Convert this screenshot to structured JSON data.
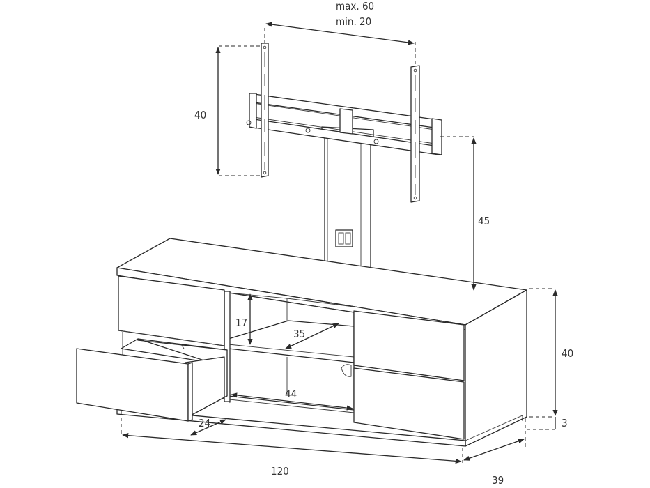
{
  "dimensions": {
    "width_max": "max. 60",
    "width_min": "min. 20",
    "bracket_height": "40",
    "stand_height": "45",
    "shelf_height": "17",
    "shelf_depth": "35",
    "inner_width": "44",
    "drawer_depth": "24",
    "cabinet_height": "40",
    "plinth_height": "3",
    "total_width": "120",
    "total_depth": "39"
  },
  "colors": {
    "line": "#2a2a2a",
    "text": "#333333",
    "background": "#ffffff"
  }
}
